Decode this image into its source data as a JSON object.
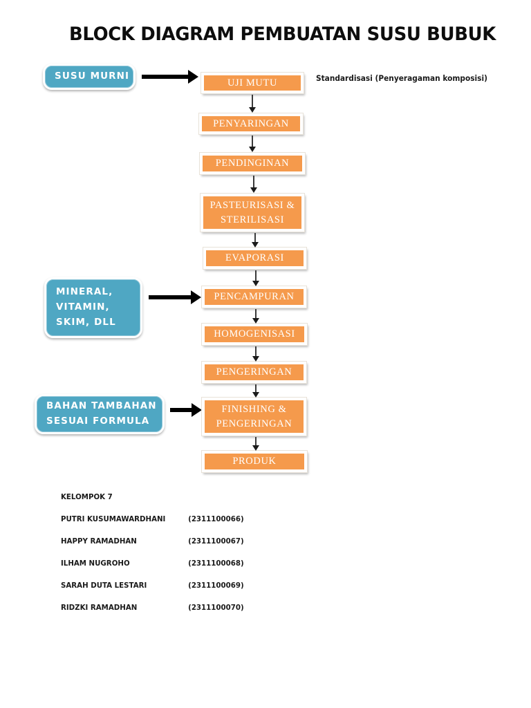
{
  "title": "BLOCK DIAGRAM PEMBUATAN SUSU BUBUK",
  "annotation": "Standardisasi (Penyeragaman komposisi)",
  "colors": {
    "process_fill": "#f59a4c",
    "input_fill": "#4fa7c3",
    "arrow": "#000000",
    "connector": "#3a3a3a",
    "text_light": "#ffffff",
    "text_dark": "#1a1a1a"
  },
  "inputs": [
    {
      "id": "susu-murni",
      "lines": [
        "SUSU MURNI"
      ]
    },
    {
      "id": "mineral-vitamin",
      "lines": [
        "MINERAL,",
        "VITAMIN,",
        "SKIM, DLL"
      ]
    },
    {
      "id": "bahan-tambahan",
      "lines": [
        "BAHAN TAMBAHAN",
        "SESUAI FORMULA"
      ]
    }
  ],
  "process": [
    {
      "id": "uji-mutu",
      "lines": [
        "UJI MUTU"
      ]
    },
    {
      "id": "penyaringan",
      "lines": [
        "PENYARINGAN"
      ]
    },
    {
      "id": "pendinginan",
      "lines": [
        "PENDINGINAN"
      ]
    },
    {
      "id": "pasteurisasi-sterilisasi",
      "lines": [
        "PASTEURISASI &",
        "STERILISASI"
      ]
    },
    {
      "id": "evaporasi",
      "lines": [
        "EVAPORASI"
      ]
    },
    {
      "id": "pencampuran",
      "lines": [
        "PENCAMPURAN"
      ]
    },
    {
      "id": "homogenisasi",
      "lines": [
        "HOMOGENISASI"
      ]
    },
    {
      "id": "pengeringan",
      "lines": [
        "PENGERINGAN"
      ]
    },
    {
      "id": "finishing-pengeringan",
      "lines": [
        "FINISHING &",
        "PENGERINGAN"
      ]
    },
    {
      "id": "produk",
      "lines": [
        "PRODUK"
      ]
    }
  ],
  "credits": {
    "group": "KELOMPOK 7",
    "members": [
      {
        "name": "PUTRI KUSUMAWARDHANI",
        "nrp": "(2311100066)"
      },
      {
        "name": "HAPPY RAMADHAN",
        "nrp": "(2311100067)"
      },
      {
        "name": "ILHAM NUGROHO",
        "nrp": "(2311100068)"
      },
      {
        "name": "SARAH DUTA LESTARI",
        "nrp": "(2311100069)"
      },
      {
        "name": "RIDZKI RAMADHAN",
        "nrp": "(2311100070)"
      }
    ]
  }
}
